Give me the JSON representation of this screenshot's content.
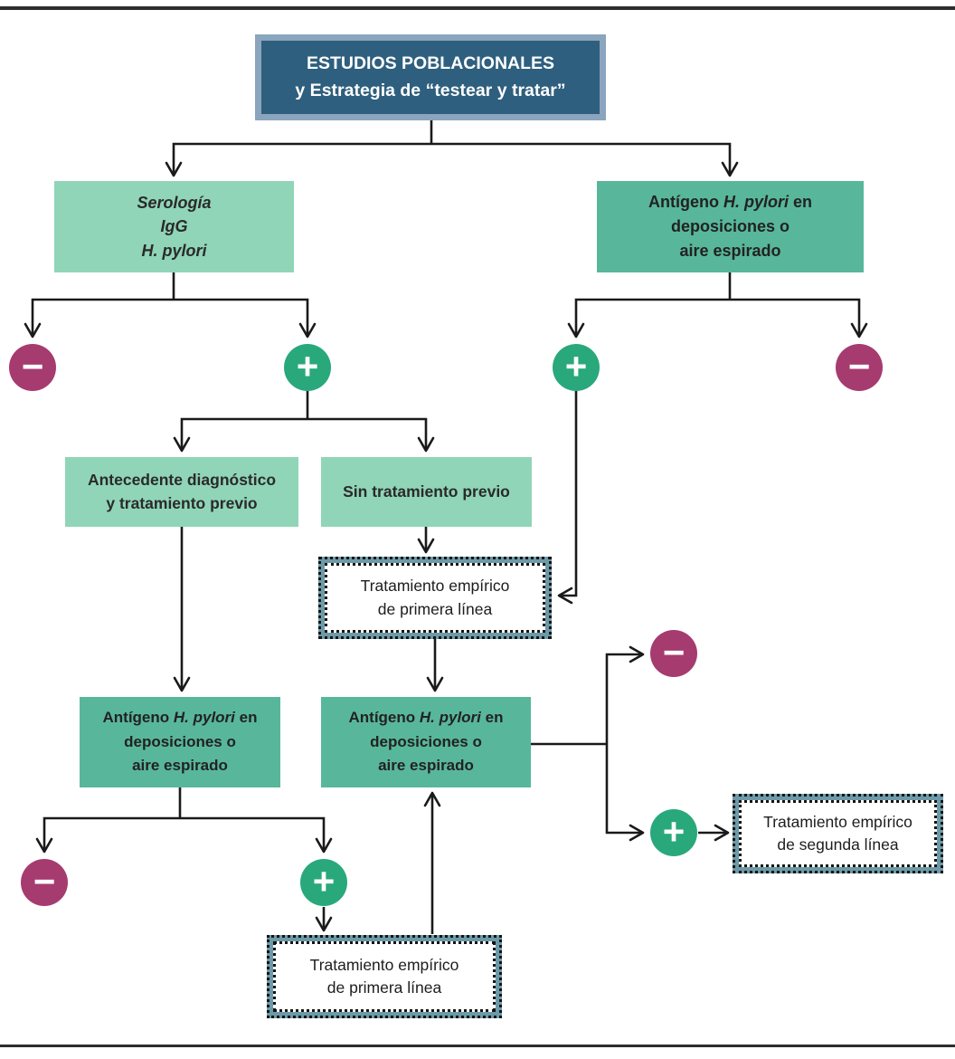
{
  "title_box": {
    "line1": "ESTUDIOS POBLACIONALES",
    "line2": "y Estrategia de “testear y tratar”"
  },
  "nodes": {
    "serologia": {
      "line1": "Serología",
      "line2": "IgG",
      "line3": "H. pylori"
    },
    "antigeno": {
      "line1_pre": "Antígeno",
      "line1_italic": "H. pylori",
      "line1_post": "en",
      "line2": "deposiciones o",
      "line3": "aire espirado"
    },
    "antecedente": {
      "line1": "Antecedente diagnóstico",
      "line2": "y tratamiento previo"
    },
    "sin_tratamiento": {
      "line1": "Sin tratamiento previo"
    },
    "primera_linea": {
      "line1": "Tratamiento empírico",
      "line2": "de primera línea"
    },
    "segunda_linea": {
      "line1": "Tratamiento empírico",
      "line2": "de segunda línea"
    }
  },
  "signs": {
    "plus": "+",
    "minus": "−"
  },
  "colors": {
    "title_fill": "#2e5f7e",
    "title_border": "#8aa5bd",
    "mint_box": "#90d5b8",
    "teal_box": "#58b79b",
    "plus_circle": "#29a87c",
    "minus_circle": "#a63b70",
    "dashed_band": "#6d9aa8",
    "line": "#1a1a1a"
  }
}
